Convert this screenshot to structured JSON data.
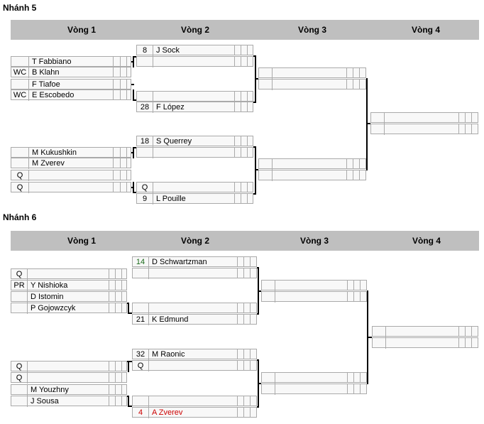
{
  "sections": [
    {
      "title": "Nhánh 5",
      "rounds": [
        "Vòng 1",
        "Vòng 2",
        "Vòng 3",
        "Vòng 4"
      ],
      "r1": [
        {
          "seed": "",
          "name": "T Fabbiano"
        },
        {
          "seed": "WC",
          "name": "B Klahn"
        },
        {
          "seed": "",
          "name": "F Tiafoe"
        },
        {
          "seed": "WC",
          "name": "E Escobedo"
        },
        {
          "seed": "",
          "name": "M Kukushkin"
        },
        {
          "seed": "",
          "name": "M Zverev"
        },
        {
          "seed": "Q",
          "name": ""
        },
        {
          "seed": "Q",
          "name": ""
        }
      ],
      "r2": [
        {
          "seed": "8",
          "name": "J Sock"
        },
        {
          "seed": "",
          "name": ""
        },
        {
          "seed": "",
          "name": ""
        },
        {
          "seed": "28",
          "name": "F López"
        },
        {
          "seed": "18",
          "name": "S Querrey"
        },
        {
          "seed": "",
          "name": ""
        },
        {
          "seed": "Q",
          "name": ""
        },
        {
          "seed": "9",
          "name": "L Pouille"
        }
      ]
    },
    {
      "title": "Nhánh 6",
      "rounds": [
        "Vòng 1",
        "Vòng 2",
        "Vòng 3",
        "Vòng 4"
      ],
      "r1": [
        {
          "seed": "Q",
          "name": ""
        },
        {
          "seed": "PR",
          "name": "Y Nishioka"
        },
        {
          "seed": "",
          "name": "D Istomin"
        },
        {
          "seed": "",
          "name": "P Gojowzcyk"
        },
        {
          "seed": "Q",
          "name": ""
        },
        {
          "seed": "Q",
          "name": ""
        },
        {
          "seed": "",
          "name": "M Youzhny"
        },
        {
          "seed": "",
          "name": "J Sousa"
        }
      ],
      "r2": [
        {
          "seed": "14",
          "name": "D Schwartzman"
        },
        {
          "seed": "",
          "name": ""
        },
        {
          "seed": "",
          "name": ""
        },
        {
          "seed": "21",
          "name": "K Edmund"
        },
        {
          "seed": "32",
          "name": "M Raonic"
        },
        {
          "seed": "Q",
          "name": ""
        },
        {
          "seed": "",
          "name": ""
        },
        {
          "seed": "4",
          "name": "A Zverev"
        }
      ]
    }
  ],
  "colors": {
    "header_bg": "#bfbfbf",
    "border": "#aaaaaa",
    "highlight_red": "#cc0000",
    "highlight_green": "#1a6a1a"
  }
}
